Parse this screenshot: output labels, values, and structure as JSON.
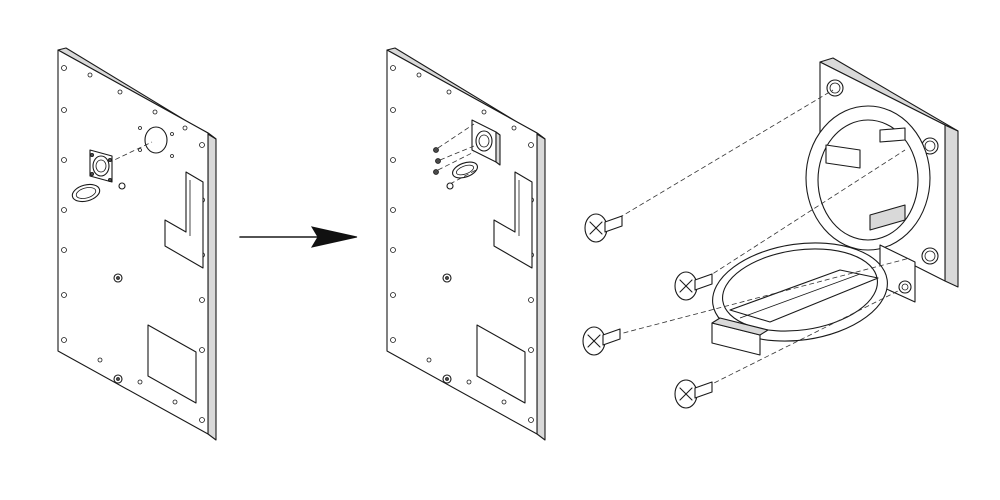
{
  "diagram": {
    "type": "exploded-assembly",
    "steps": [
      {
        "id": "panel-before",
        "part": "panel",
        "state": "connector-approaching-cutout"
      },
      {
        "id": "panel-after",
        "part": "panel",
        "state": "connector-mounted-with-screws"
      },
      {
        "id": "detail",
        "part": "connector-with-hinged-cover",
        "fasteners": 4
      }
    ],
    "arrow": {
      "from": "panel-before",
      "to": "panel-after"
    },
    "fastener_icon": "phillips-screw-icon",
    "colors": {
      "line": "#1a1a1a",
      "edge": "#d9d9d9",
      "background": "#ffffff"
    }
  }
}
